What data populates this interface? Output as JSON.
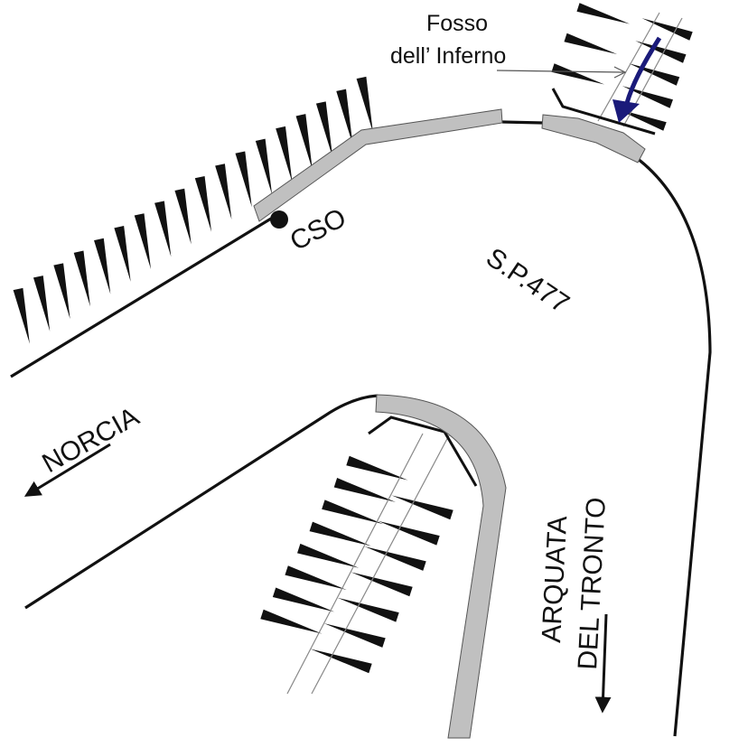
{
  "labels": {
    "fosso_line1": "Fosso",
    "fosso_line2": "dell’ Inferno",
    "station": "CSO",
    "road": "S.P.477",
    "norcia": "NORCIA",
    "arquata_line1": "ARQUATA",
    "arquata_line2": "DEL TRONTO"
  },
  "colors": {
    "road_line": "#111111",
    "road_band": "#c0c0c0",
    "band_outline": "#555555",
    "stream_arrow": "#1a1a7a",
    "hatch": "#111111",
    "text": "#111111"
  },
  "icons": {
    "station_marker": "filled-circle",
    "direction_arrows": "arrow",
    "slope_marks": "hachure-triangle"
  }
}
